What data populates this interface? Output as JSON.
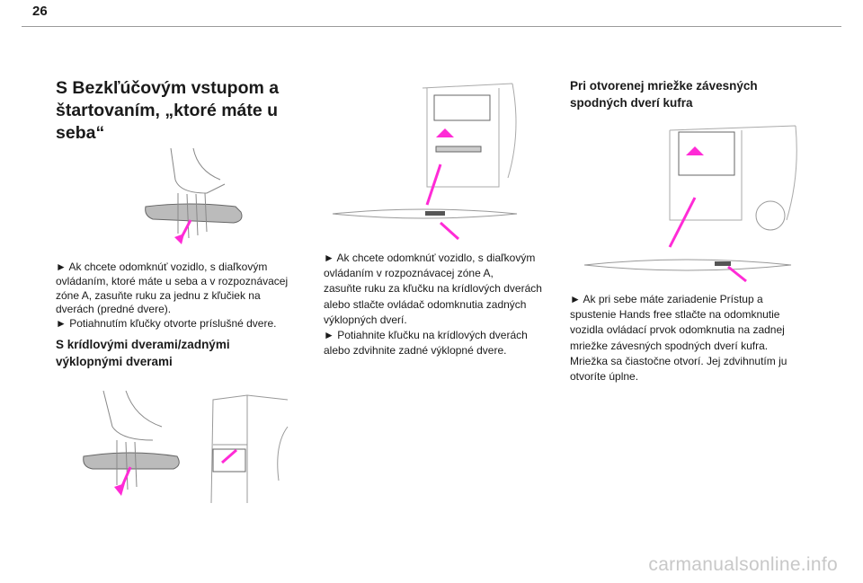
{
  "page_number": "26",
  "col1": {
    "title_lines": [
      "S Bezkľúčovým vstupom a",
      "štartovaním, „ktoré máte u",
      "seba“"
    ],
    "para_lines": [
      "► Ak chcete odomknúť vozidlo, s diaľkovým",
      "ovládaním, ktoré máte u seba a v rozpoznávacej",
      "zóne A, zasuňte ruku za jednu z kľučiek na",
      "dverách (predné dvere).",
      "► Potiahnutím kľučky otvorte príslušné dvere."
    ],
    "subtitle_lines": [
      "S krídlovými dverami/zadnými",
      "výklopnými dverami"
    ]
  },
  "col2": {
    "para_lines": [
      "► Ak chcete odomknúť vozidlo, s diaľkovým",
      "ovládaním v rozpoznávacej zóne A,",
      "zasuňte ruku za kľučku na krídlových dverách",
      "alebo stlačte ovládač odomknutia zadných",
      "výklopných dverí.",
      "► Potiahnite kľučku na krídlových dverách",
      "alebo zdvihnite zadné výklopné dvere."
    ]
  },
  "col3": {
    "title_lines": [
      "Pri otvorenej mriežke závesných",
      "spodných dverí kufra"
    ],
    "para_lines": [
      "► Ak pri sebe máte zariadenie Prístup a",
      "spustenie Hands free stlačte na odomknutie",
      "vozidla ovládací prvok odomknutia na zadnej",
      "mriežke závesných spodných dverí kufra.",
      "Mriežka sa čiastočne otvorí. Jej zdvihnutím ju",
      "otvoríte úplne."
    ]
  },
  "watermark": "carmanualsonline.info",
  "colors": {
    "accent": "#ff2bd6",
    "line": "#9a9a9a"
  }
}
